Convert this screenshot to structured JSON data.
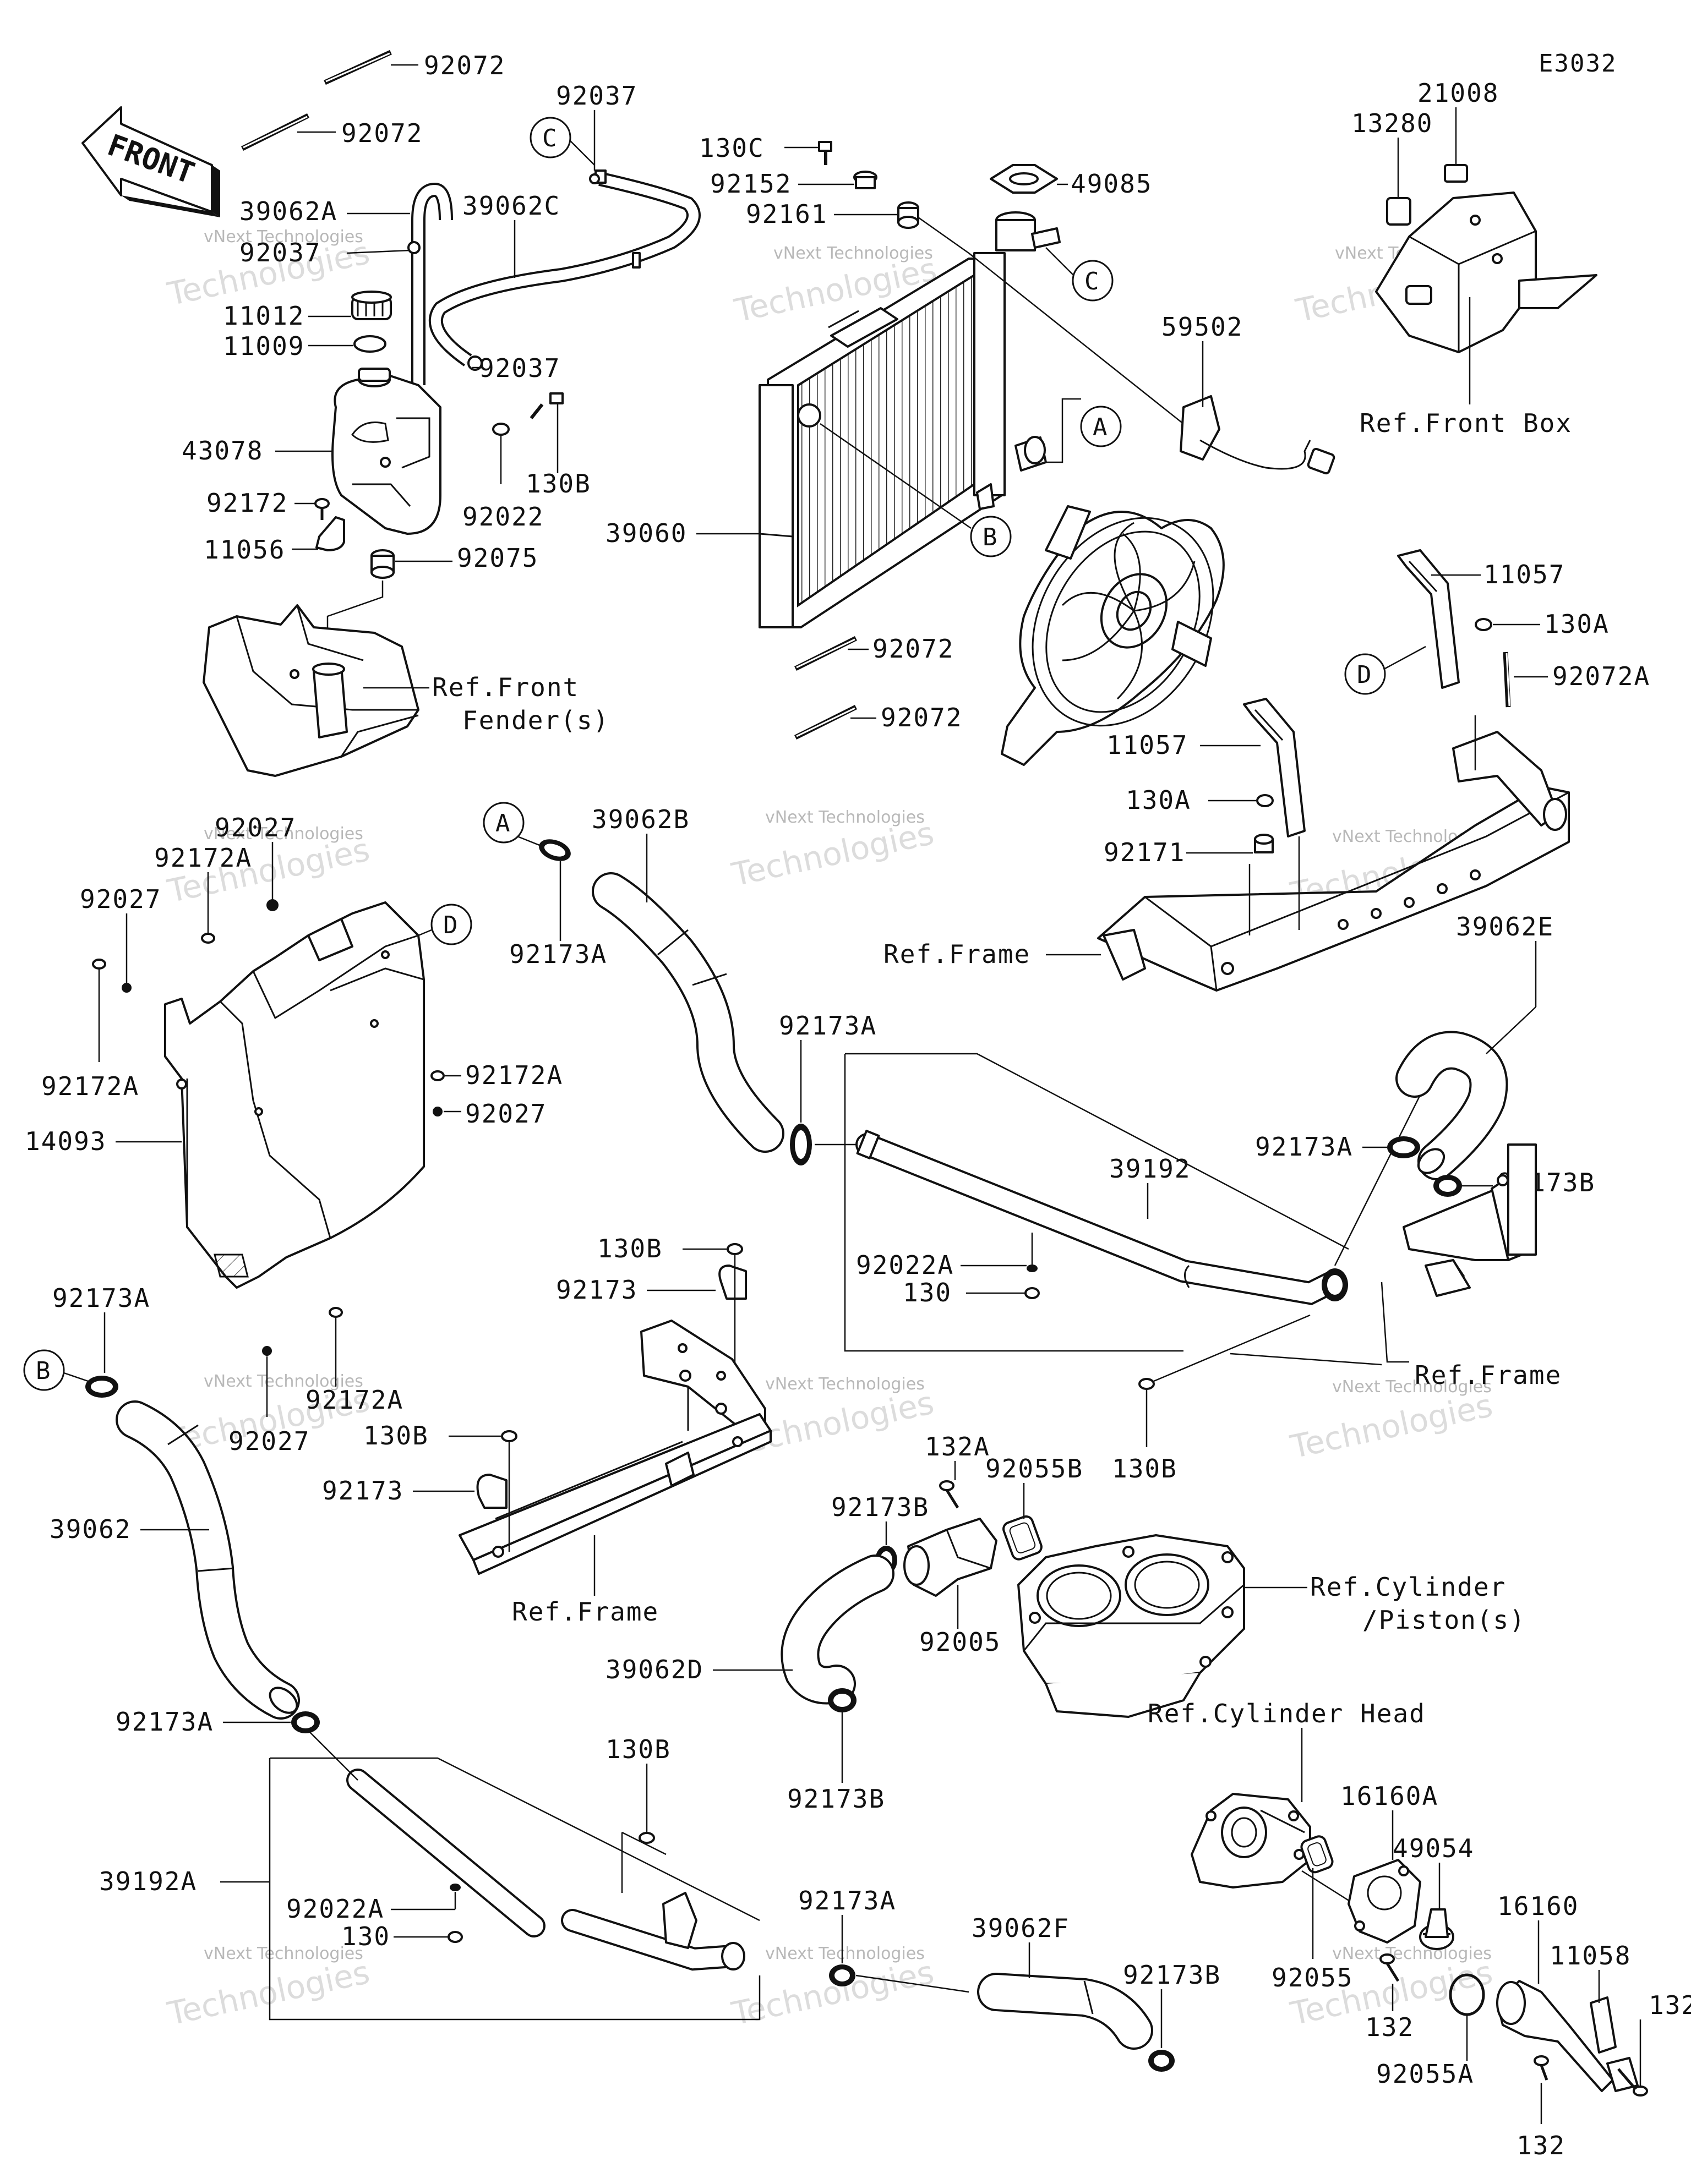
{
  "diagram_code": "E3032",
  "front_arrow_label": "FRONT",
  "watermark": {
    "company": "vNext Technologies",
    "big": "Technologies"
  },
  "callouts": {
    "A": "A",
    "B": "B",
    "C": "C",
    "D": "D"
  },
  "parts": {
    "p92072_1": "92072",
    "p92072_2": "92072",
    "p92037_1": "92037",
    "p39062A": "39062A",
    "p39062C": "39062C",
    "p92037_2": "92037",
    "p11012": "11012",
    "p11009": "11009",
    "p92037_3": "92037",
    "p43078": "43078",
    "p130B_1": "130B",
    "p92022": "92022",
    "p92172": "92172",
    "p11056": "11056",
    "p92075": "92075",
    "p130C": "130C",
    "p92152": "92152",
    "p92161": "92161",
    "p49085": "49085",
    "p39060": "39060",
    "p92072_3": "92072",
    "p92072_4": "92072",
    "p59502": "59502",
    "p11057_1": "11057",
    "p130A_1": "130A",
    "p92072A": "92072A",
    "p11057_2": "11057",
    "p130A_2": "130A",
    "p92171": "92171",
    "p21008": "21008",
    "p13280": "13280",
    "p92027_1": "92027",
    "p92172A_1": "92172A",
    "p92027_2": "92027",
    "p92172A_2": "92172A",
    "p92172A_3": "92172A",
    "p92027_3": "92027",
    "p14093": "14093",
    "p92172A_4": "92172A",
    "p92027_4": "92027",
    "p92173A_1": "92173A",
    "p39062B": "39062B",
    "p92173A_2": "92173A",
    "p39192": "39192",
    "p39062E": "39062E",
    "p92173A_3": "92173A",
    "p92173B_1": "92173B",
    "p92022A_1": "92022A",
    "p130_1": "130",
    "p130B_2": "130B",
    "p92173_1": "92173",
    "p130B_3": "130B",
    "p92173_2": "92173",
    "p130B_4": "130B",
    "p92173A_4": "92173A",
    "p39062": "39062",
    "p132A": "132A",
    "p92173B_2": "92173B",
    "p92055B": "92055B",
    "p92005": "92005",
    "p39062D": "39062D",
    "p92173B_3": "92173B",
    "p92173A_5": "92173A",
    "p130B_5": "130B",
    "p39192A": "39192A",
    "p92022A_2": "92022A",
    "p130_2": "130",
    "p92173A_6": "92173A",
    "p39062F": "39062F",
    "p92173B_4": "92173B",
    "p16160A": "16160A",
    "p49054": "49054",
    "p92055": "92055",
    "p132_1": "132",
    "p16160": "16160",
    "p11058": "11058",
    "p132_2": "132",
    "p92055A": "92055A",
    "p132_3": "132"
  },
  "refs": {
    "front_box": "Ref.Front Box",
    "front_fender_1": "Ref.Front",
    "front_fender_2": "Fender(s)",
    "frame_1": "Ref.Frame",
    "frame_2": "Ref.Frame",
    "frame_3": "Ref.Frame",
    "cylinder_1": "Ref.Cylinder",
    "cylinder_2": "/Piston(s)",
    "cylinder_head": "Ref.Cylinder Head"
  }
}
